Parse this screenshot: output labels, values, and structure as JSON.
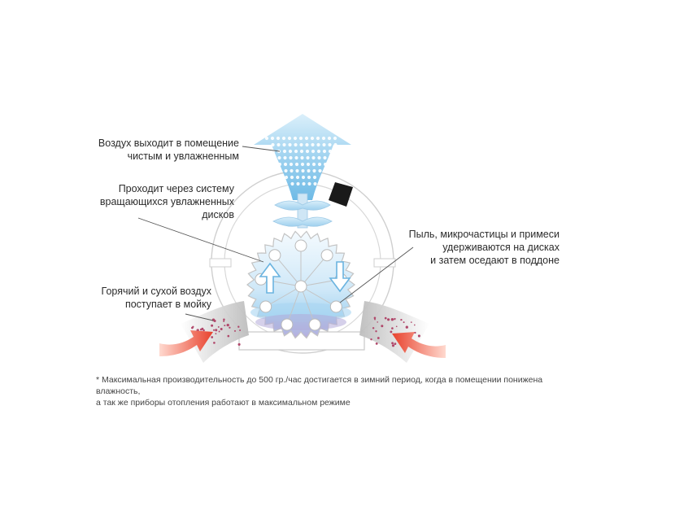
{
  "labels": {
    "air_out": "Воздух выходит в помещение\nчистым и увлажненным",
    "passes_discs": "Проходит через систему\nвращающихся увлажненных\nдисков",
    "dust_held": "Пыль, микрочастицы и примеси\nудерживаются на дисках\nи затем оседают в поддоне",
    "hot_dry_air": "Горячий и сухой воздух\nпоступает в мойку"
  },
  "footnote": "* Максимальная производительность до 500 гр./час достигается в зимний период, когда в помещении понижена влажность,\nа так же приборы отопления работают в максимальном режиме",
  "colors": {
    "outflow_blue": "#8cc8ea",
    "water_blue": "#a9d6f2",
    "tray_purple": "#b3a9d9",
    "intake_grey": "#bdbdbd",
    "intake_arrow_red": "#e8412c",
    "outline_grey": "#c9c9c9",
    "leader_line": "#555555"
  }
}
